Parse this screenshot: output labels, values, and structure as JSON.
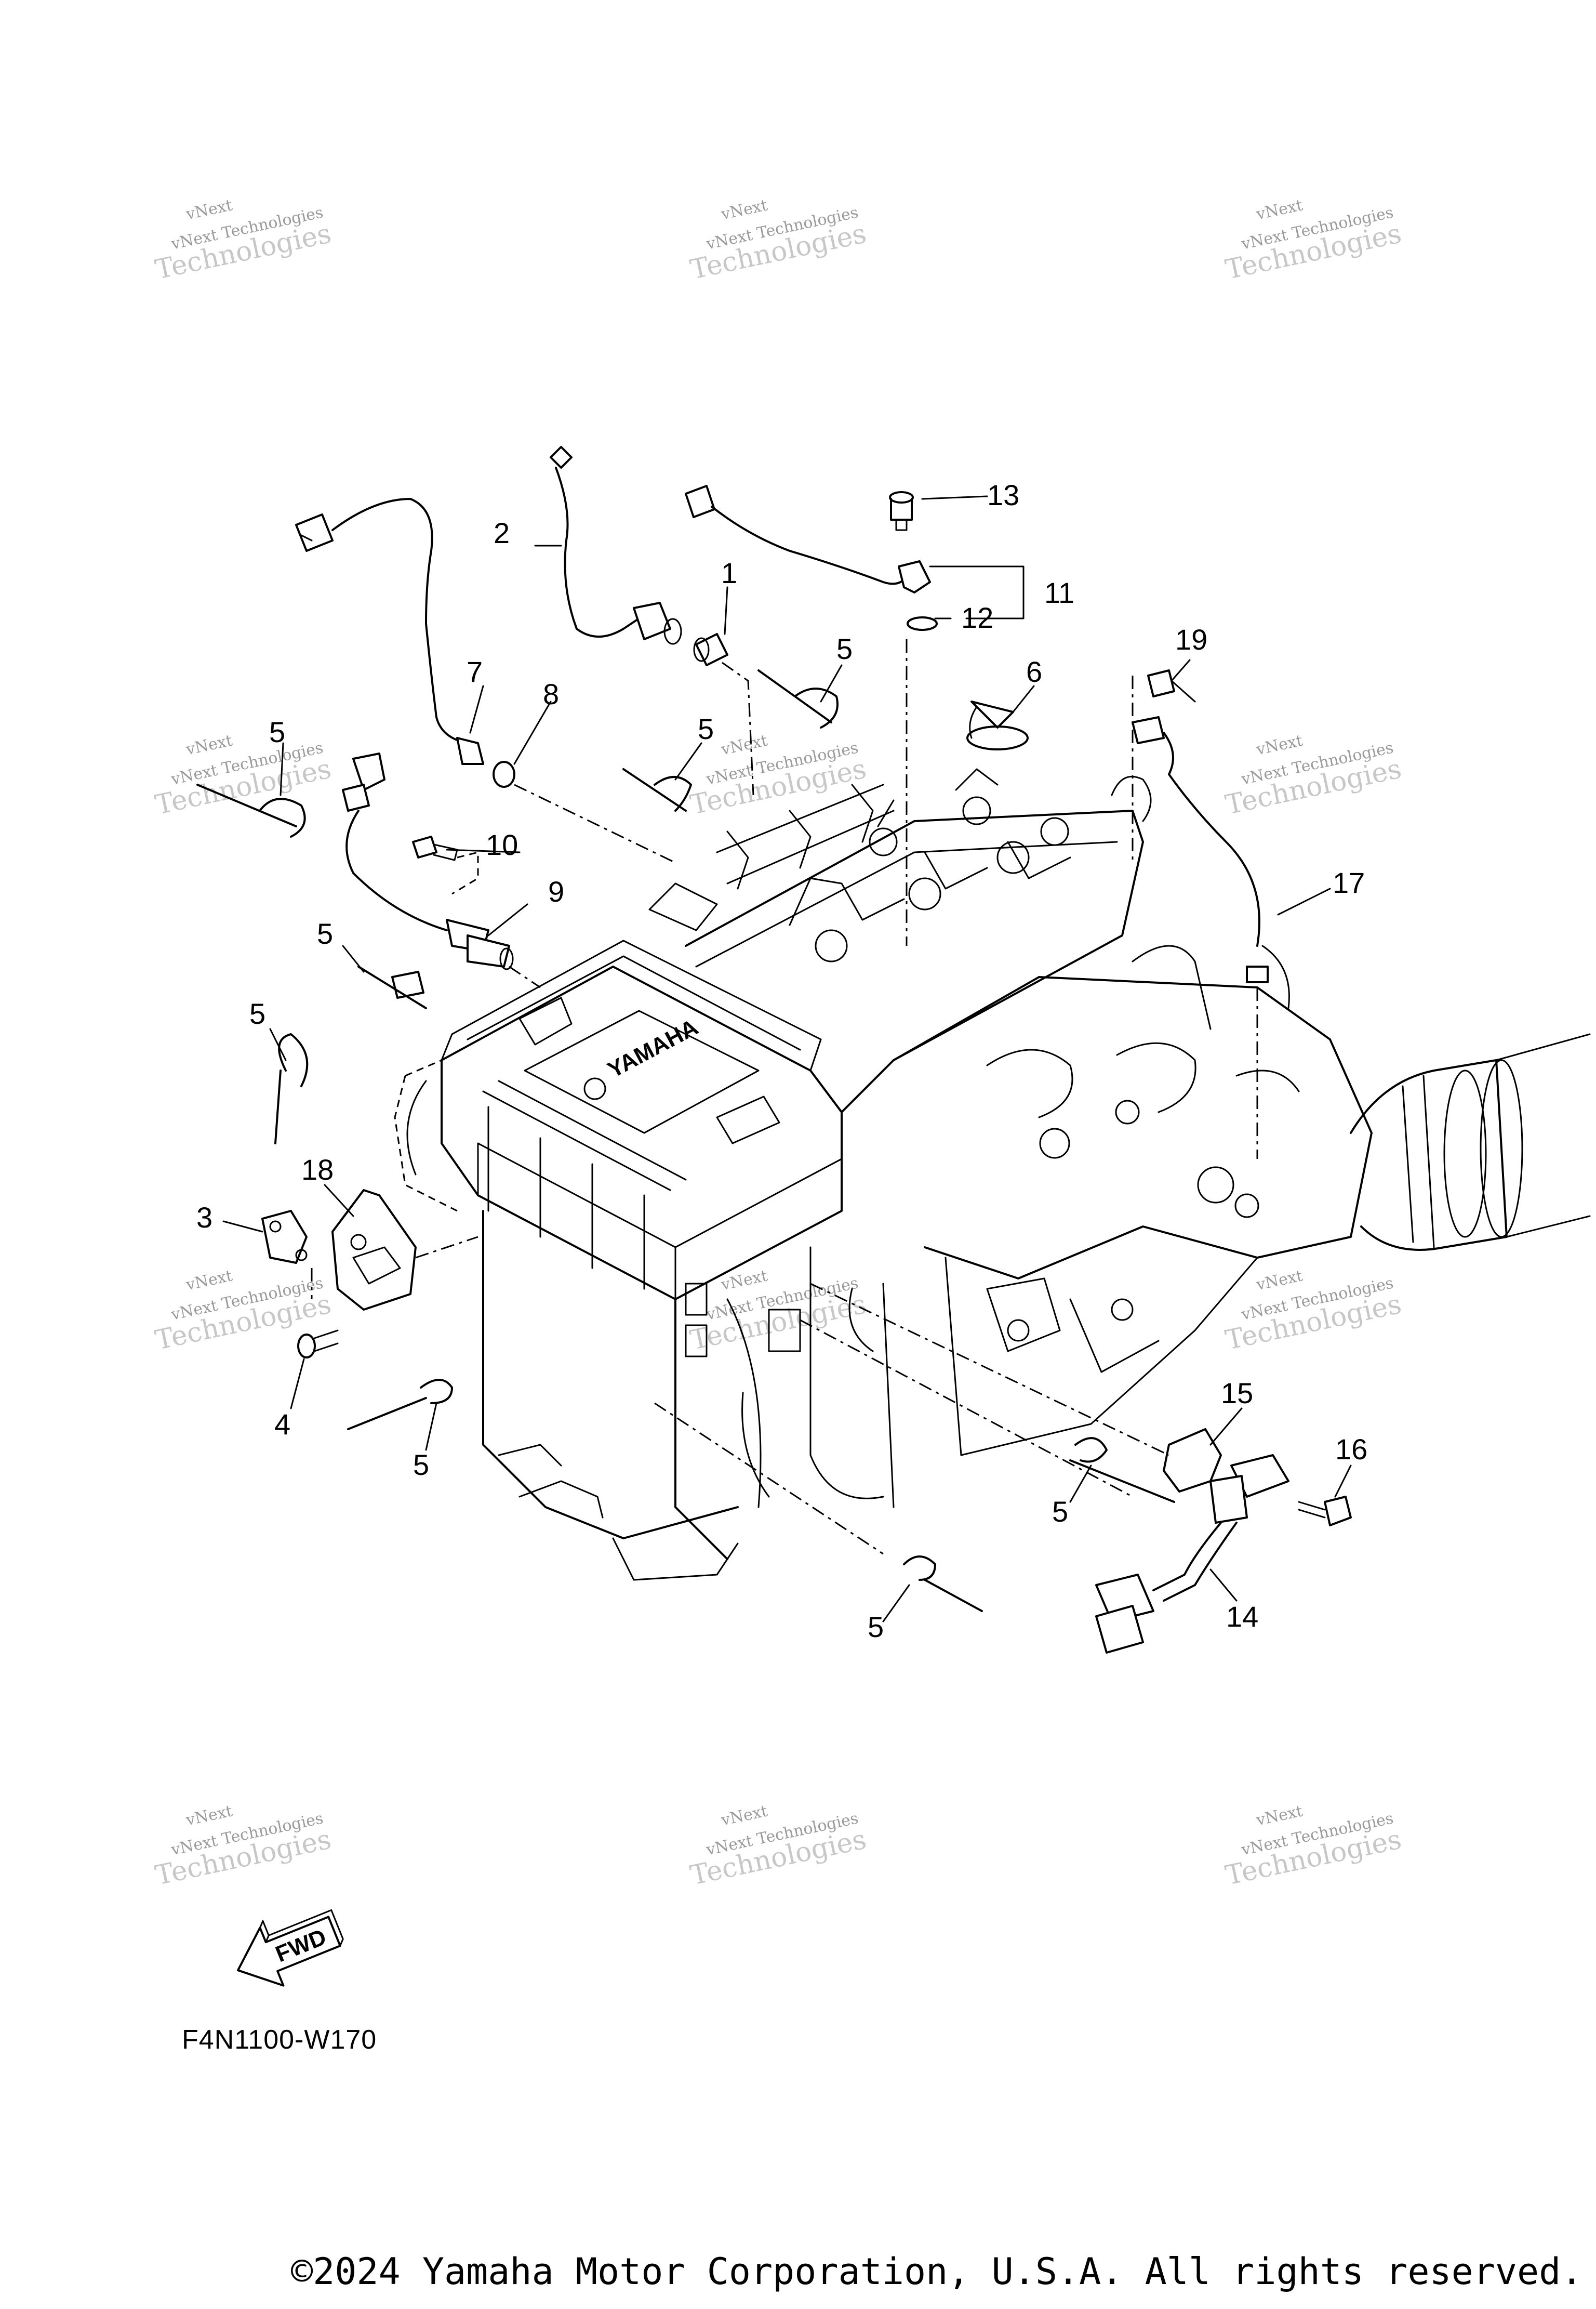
{
  "diagram": {
    "code": "F4N1100-W170",
    "fwd_label": "FWD",
    "logo_text": "YAMAHA",
    "copyright": "©2024 Yamaha Motor Corporation, U.S.A. All rights reserved.",
    "watermark": {
      "line1": "vNext Technologies",
      "line2": "vNext",
      "line3": "Technologies"
    },
    "callouts": [
      "1",
      "2",
      "3",
      "4",
      "5",
      "6",
      "7",
      "8",
      "9",
      "10",
      "11",
      "12",
      "13",
      "14",
      "15",
      "16",
      "17",
      "18",
      "19"
    ]
  }
}
